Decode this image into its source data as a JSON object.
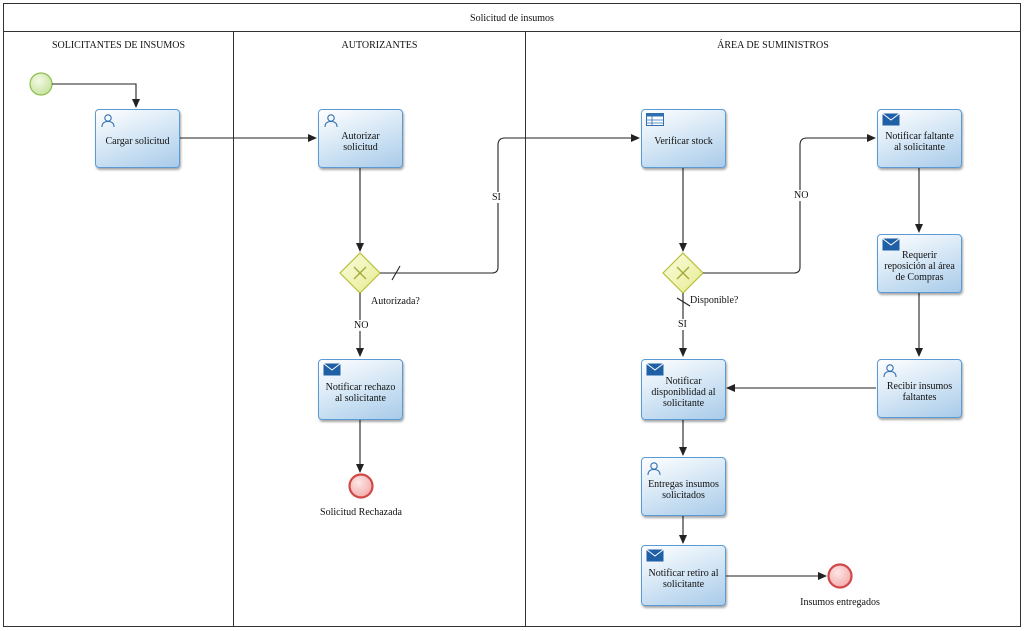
{
  "diagram": {
    "pool_title": "Solicitud de insumos",
    "lanes": [
      {
        "id": "lane-solicitantes",
        "title": "SOLICITANTES DE INSUMOS"
      },
      {
        "id": "lane-autorizantes",
        "title": "AUTORIZANTES"
      },
      {
        "id": "lane-suministros",
        "title": "ÁREA DE SUMINISTROS"
      }
    ],
    "tasks": {
      "cargar": {
        "label": "Cargar solicitud",
        "icon": "user-icon"
      },
      "autorizar": {
        "label": "Autorizar solicitud",
        "icon": "user-icon"
      },
      "rechazo": {
        "label": "Notificar rechazo al solicitante",
        "icon": "envelope-icon"
      },
      "verificar": {
        "label": "Verificar stock",
        "icon": "table-icon"
      },
      "faltante": {
        "label": "Notificar faltante al solicitante",
        "icon": "envelope-icon"
      },
      "reposicion": {
        "label": "Requerir reposición al área de Compras",
        "icon": "envelope-icon"
      },
      "recibir": {
        "label": "Recibir insumos faltantes",
        "icon": "user-icon"
      },
      "disponibilidad": {
        "label": "Notificar disponiblidad al solicitante",
        "icon": "envelope-icon"
      },
      "entregas": {
        "label": "Entregas insumos solicitados",
        "icon": "user-icon"
      },
      "retiro": {
        "label": "Notificar retiro al solicitante",
        "icon": "envelope-icon"
      }
    },
    "gateways": {
      "autorizada": {
        "label": "Autorizada?"
      },
      "disponible": {
        "label": "Disponible?"
      }
    },
    "end_events": {
      "rechazada": {
        "label": "Solicitud Rechazada"
      },
      "entregados": {
        "label": "Insumos entregados"
      }
    },
    "flow_labels": {
      "si_autorizada": "SI",
      "no_autorizada": "NO",
      "no_disponible": "NO",
      "si_disponible": "SI"
    },
    "colors": {
      "task_border": "#5b9bd5",
      "gateway_fill": "#f2f5b0",
      "start_fill": "#d8ecb9",
      "end_fill": "#f6c6c6"
    }
  }
}
